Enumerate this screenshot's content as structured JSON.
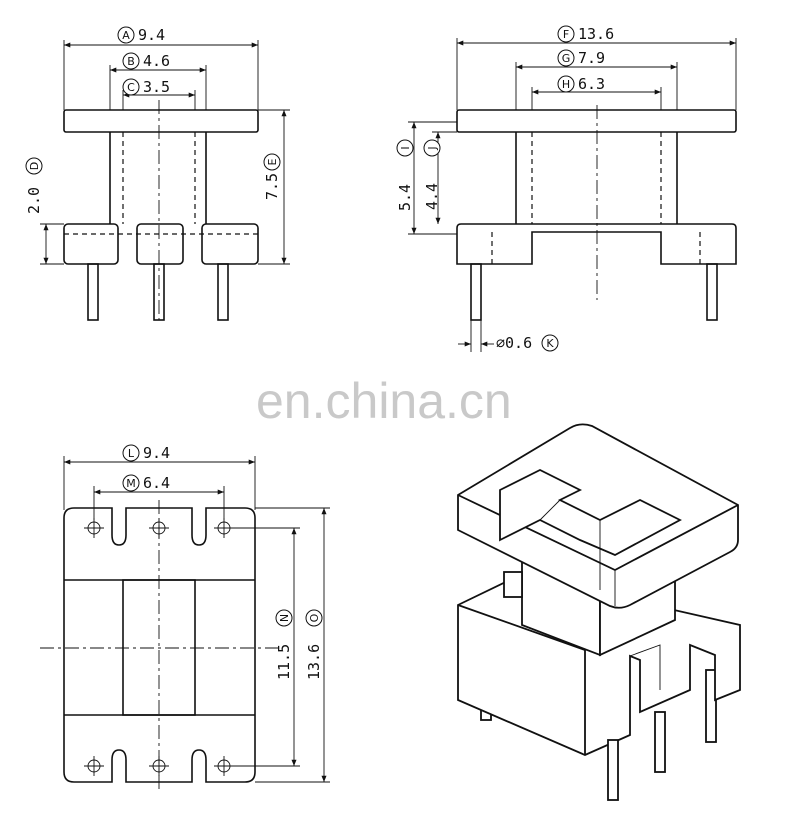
{
  "watermark": "en.china.cn",
  "front_view": {
    "dims": [
      {
        "letter": "A",
        "value": "9.4"
      },
      {
        "letter": "B",
        "value": "4.6"
      },
      {
        "letter": "C",
        "value": "3.5"
      },
      {
        "letter": "D",
        "value": "2.0"
      },
      {
        "letter": "E",
        "value": "7.5"
      }
    ]
  },
  "side_view": {
    "dims": [
      {
        "letter": "F",
        "value": "13.6"
      },
      {
        "letter": "G",
        "value": "7.9"
      },
      {
        "letter": "H",
        "value": "6.3"
      },
      {
        "letter": "I",
        "value": "5.4"
      },
      {
        "letter": "J",
        "value": "4.4"
      },
      {
        "letter": "K",
        "value": "⌀0.6"
      }
    ]
  },
  "bottom_view": {
    "dims": [
      {
        "letter": "L",
        "value": "9.4"
      },
      {
        "letter": "M",
        "value": "6.4"
      },
      {
        "letter": "N",
        "value": "11.5"
      },
      {
        "letter": "O",
        "value": "13.6"
      }
    ]
  }
}
